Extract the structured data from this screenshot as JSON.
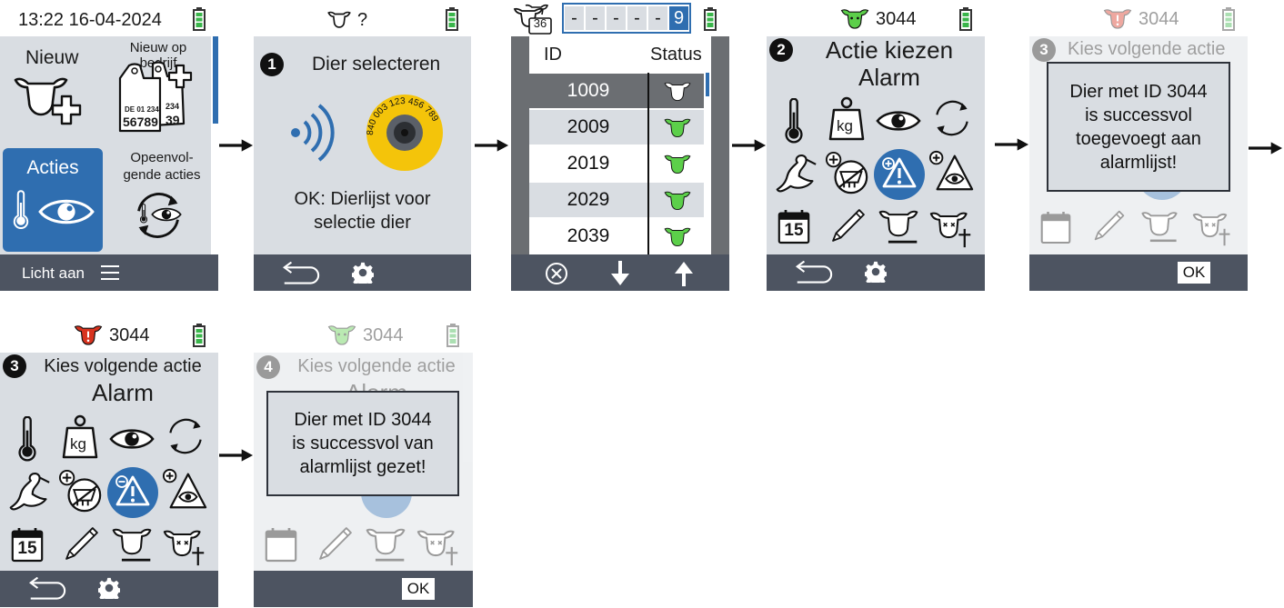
{
  "colors": {
    "panel": "#d9dde2",
    "bar": "#4d5461",
    "accent": "#2f6eb0",
    "green": "#5ccf4a",
    "red": "#d8331e",
    "yellow": "#f4c40a",
    "selected_row": "#6b6e72"
  },
  "s1": {
    "datetime": "13:22 16-04-2024",
    "nieuw": "Nieuw",
    "nieuw_op_l1": "Nieuw op",
    "nieuw_op_l2": "bedrijf",
    "tag_line1": "DE 01 234",
    "tag_line2": "56789",
    "tag_side": "234",
    "tag_side2": "39",
    "acties": "Acties",
    "opv_l1": "Opeenvol-",
    "opv_l2": "gende acties",
    "bar_label": "Licht aan",
    "menu_icon": "hamburger-icon"
  },
  "s2": {
    "header_icon": "cow-outline-icon",
    "header_text": "?",
    "step": "1",
    "title": "Dier selecteren",
    "tag_number": "840 003 123 456 789",
    "info_l1": "OK: Dierlijst voor",
    "info_l2": "selectie dier"
  },
  "s3": {
    "id_digits": [
      "-",
      "-",
      "-",
      "-",
      "-",
      "9"
    ],
    "herd_count": "36",
    "col_id": "ID",
    "col_status": "Status",
    "rows": [
      {
        "id": "1009",
        "status": "white-cow-icon"
      },
      {
        "id": "2009",
        "status": "green-cow-icon"
      },
      {
        "id": "2019",
        "status": "green-cow-icon"
      },
      {
        "id": "2029",
        "status": "green-cow-icon"
      },
      {
        "id": "2039",
        "status": "green-cow-icon"
      }
    ]
  },
  "s4": {
    "animal_id": "3044",
    "step": "2",
    "title_l1": "Actie kiezen",
    "title_l2": "Alarm",
    "kg": "kg",
    "cal": "15"
  },
  "s5": {
    "animal_id": "3044",
    "step": "3",
    "title": "Kies volgende actie",
    "msg_l1": "Dier met ID 3044",
    "msg_l2": "is successvol",
    "msg_l3": "toegevoegt aan",
    "msg_l4": "alarmlijst!",
    "ok": "OK"
  },
  "s6": {
    "animal_id": "3044",
    "step": "3",
    "title_l1": "Kies volgende actie",
    "title_l2": "Alarm",
    "kg": "kg",
    "cal": "15"
  },
  "s7": {
    "animal_id": "3044",
    "step": "4",
    "title_l1": "Kies volgende actie",
    "title_l2": "Alarm",
    "msg_l1": "Dier met ID 3044",
    "msg_l2": "is successvol van",
    "msg_l3": "alarmlijst gezet!",
    "ok": "OK"
  }
}
